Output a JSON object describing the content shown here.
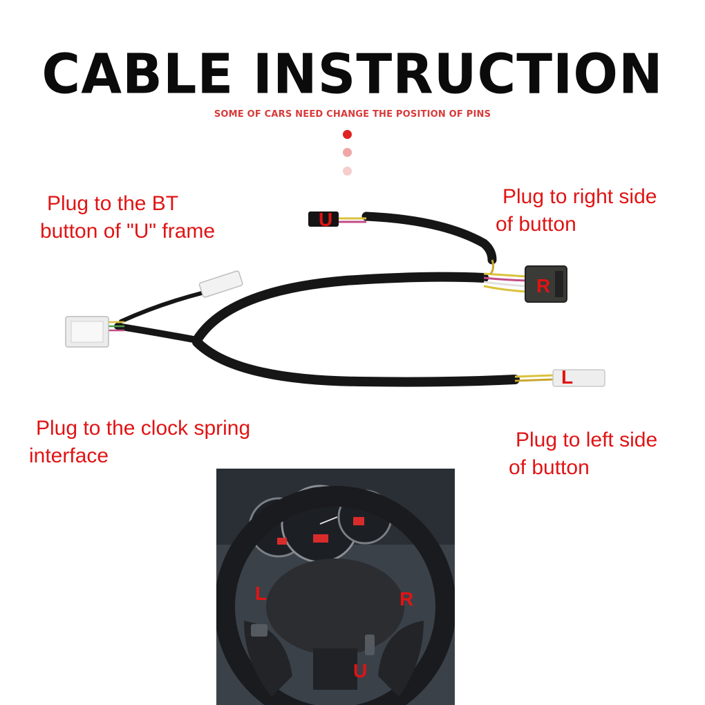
{
  "title": "CABLE INSTRUCTION",
  "subtitle": "SOME OF  CARS NEED CHANGE THE POSITION OF PINS",
  "labels": {
    "bt_line1": "Plug to the BT",
    "bt_line2": "button of \"U\" frame",
    "right_line1": "Plug to right side",
    "right_line2": "of button",
    "clock_line1": "Plug to the clock spring",
    "clock_line2": "interface",
    "left_line1": "Plug to left side",
    "left_line2": "of button"
  },
  "pin_letters": {
    "u": "U",
    "r": "R",
    "l": "L"
  },
  "photo_letters": {
    "l": "L",
    "r": "R",
    "u": "U"
  },
  "colors": {
    "label_red": "#e01414",
    "subtitle_red": "#d83a3a",
    "cable_black": "#161616",
    "connector_white": "#eeeeee"
  }
}
